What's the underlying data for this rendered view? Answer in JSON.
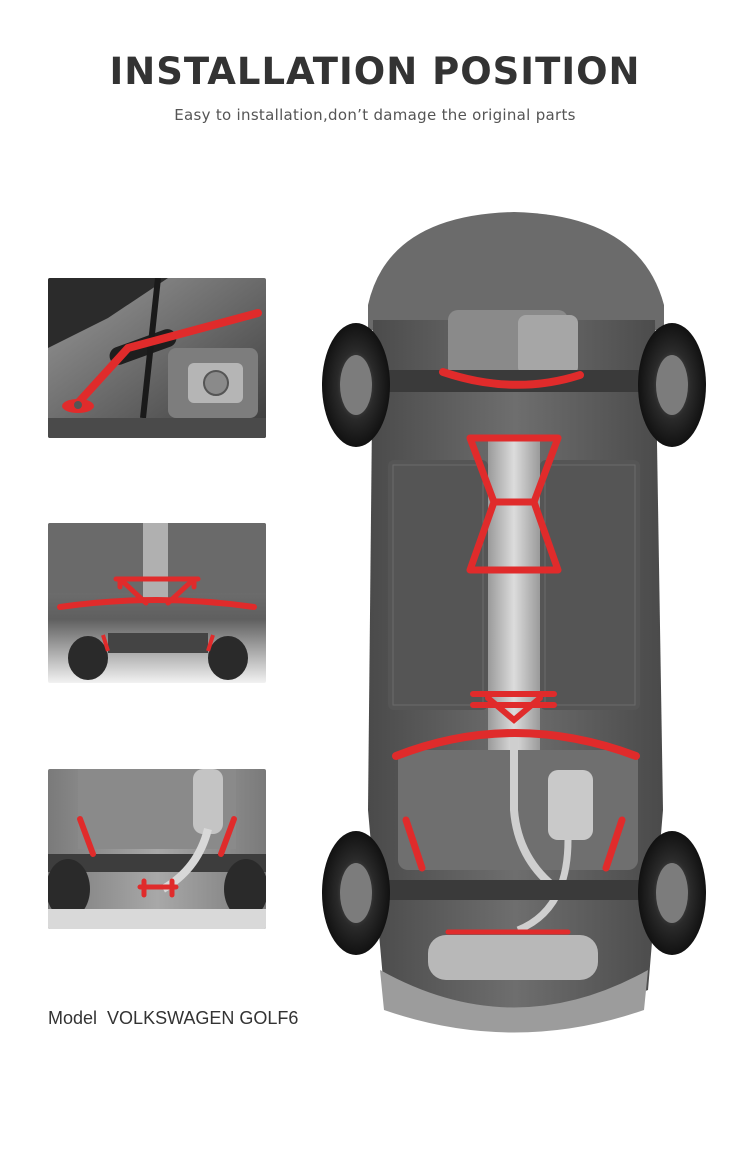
{
  "header": {
    "title": "INSTALLATION POSITION",
    "subtitle": "Easy to installation,don’t damage the original parts"
  },
  "model": {
    "label": "Model",
    "name": "VOLKSWAGEN GOLF6"
  },
  "colors": {
    "accent": "#e02b2b",
    "text": "#333333",
    "chassis": "#5a5a5a"
  }
}
